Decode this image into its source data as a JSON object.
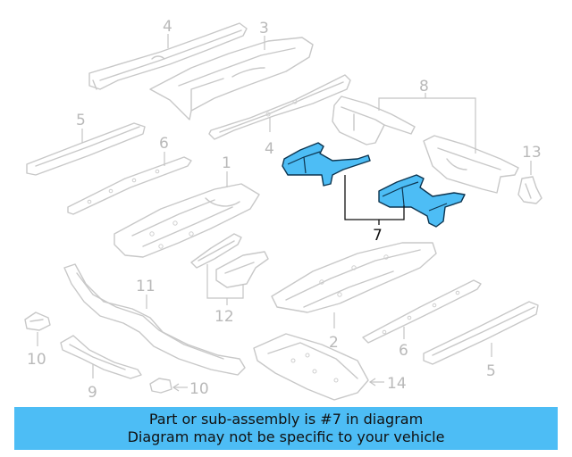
{
  "diagram": {
    "callouts": {
      "c1": "1",
      "c2": "2",
      "c3": "3",
      "c4a": "4",
      "c4b": "4",
      "c5a": "5",
      "c5b": "5",
      "c6a": "6",
      "c6b": "6",
      "c7": "7",
      "c8": "8",
      "c9": "9",
      "c10a": "10",
      "c10b": "10",
      "c11": "11",
      "c12": "12",
      "c13": "13",
      "c14": "14"
    },
    "highlighted_part": "7",
    "colors": {
      "highlight": "#4dbdf5",
      "banner": "#4dbdf5",
      "parts": "#c8c8c8",
      "callouts": "#b9b9b9"
    }
  },
  "banner": {
    "line1": "Part or sub-assembly is #7 in diagram",
    "line2": "Diagram may not be specific to your vehicle"
  }
}
